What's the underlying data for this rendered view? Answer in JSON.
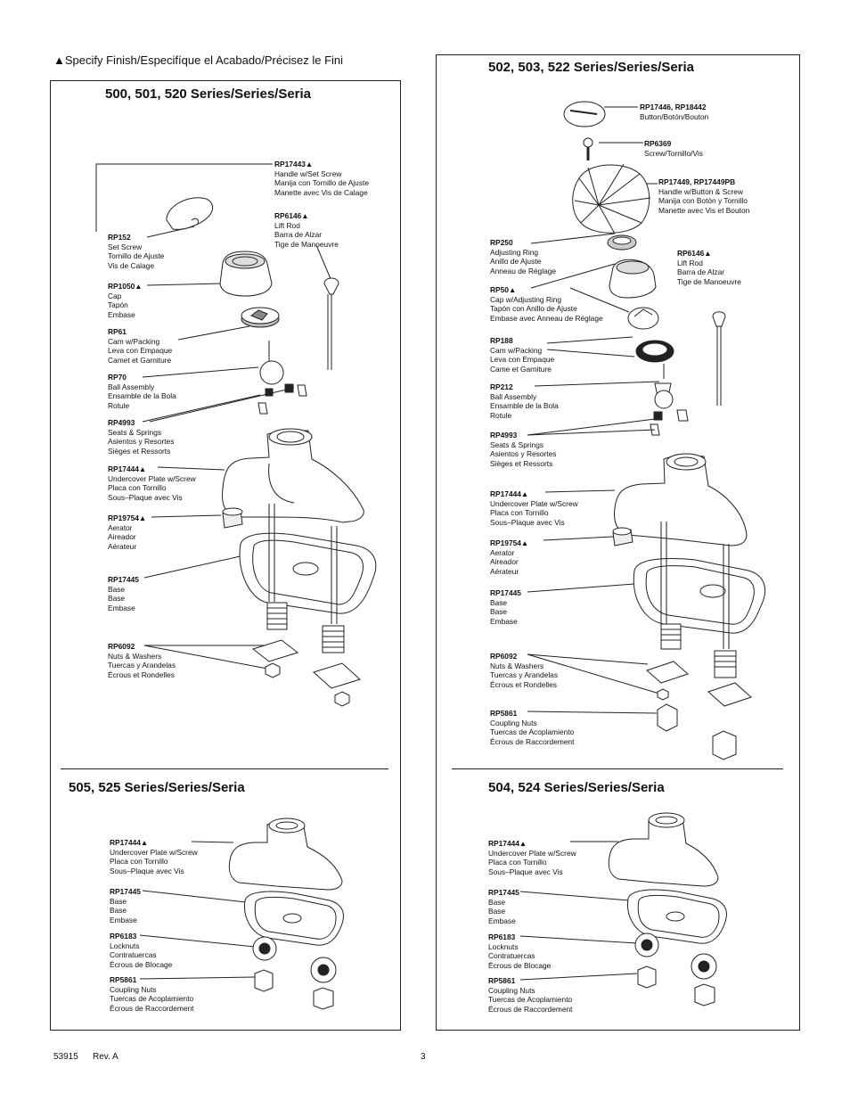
{
  "notice": "▲Specify Finish/Especifíque el Acabado/Précisez le Fini",
  "footer": {
    "doc_number": "53915",
    "revision": "Rev. A",
    "page": "3"
  },
  "sections": {
    "s500": {
      "title": "500, 501, 520 Series/Series/Seria"
    },
    "s502": {
      "title": "502, 503, 522 Series/Series/Seria"
    },
    "s505": {
      "title": "505, 525 Series/Series/Seria"
    },
    "s504": {
      "title": "504, 524 Series/Series/Seria"
    }
  },
  "parts": {
    "s500": [
      {
        "part": "RP17443▲",
        "lines": [
          "Handle w/Set Screw",
          "Manija con Tornillo de Ajuste",
          "Manette avec Vis de Calage"
        ]
      },
      {
        "part": "RP6146▲",
        "lines": [
          "Lift Rod",
          "Barra de Alzar",
          "Tige de Manoeuvre"
        ]
      },
      {
        "part": "RP152",
        "lines": [
          "Set Screw",
          "Tornillo de Ajuste",
          "Vis de Calage"
        ]
      },
      {
        "part": "RP1050▲",
        "lines": [
          "Cap",
          "Tapón",
          "Embase"
        ]
      },
      {
        "part": "RP61",
        "lines": [
          "Cam w/Packing",
          "Leva con Empaque",
          "Camet et Garniture"
        ]
      },
      {
        "part": "RP70",
        "lines": [
          "Ball Assembly",
          "Ensamble de la Bola",
          "Rotule"
        ]
      },
      {
        "part": "RP4993",
        "lines": [
          "Seats & Springs",
          "Asientos y Resortes",
          "Sièges et Ressorts"
        ]
      },
      {
        "part": "RP17444▲",
        "lines": [
          "Undercover Plate w/Screw",
          "Placa con Tornillo",
          "Sous–Plaque avec Vis"
        ]
      },
      {
        "part": "RP19754▲",
        "lines": [
          "Aerator",
          "Aireador",
          "Aérateur"
        ]
      },
      {
        "part": "RP17445",
        "lines": [
          "Base",
          "Base",
          "Embase"
        ]
      },
      {
        "part": "RP6092",
        "lines": [
          "Nuts & Washers",
          "Tuercas y Arandelas",
          "Écrous et Rondelles"
        ]
      }
    ],
    "s502": [
      {
        "part": "RP17446, RP18442",
        "lines": [
          "Button/Botón/Bouton"
        ]
      },
      {
        "part": "RP6369",
        "lines": [
          "Screw/Tornillo/Vis"
        ]
      },
      {
        "part": "RP17449, RP17449PB",
        "lines": [
          "Handle w/Button & Screw",
          "Manija con Botón y Tornillo",
          "Manette avec Vis et Bouton"
        ]
      },
      {
        "part": "RP250",
        "lines": [
          "Adjusting Ring",
          "Anillo de Ajuste",
          "Anneau de Réglage"
        ]
      },
      {
        "part": "RP6146▲",
        "lines": [
          "Lift Rod",
          "Barra de Alzar",
          "Tige de Manoeuvre"
        ]
      },
      {
        "part": "RP50▲",
        "lines": [
          "Cap w/Adjusting Ring",
          "Tapón con Anillo de Ajuste",
          "Embase avec Anneau de Réglage"
        ]
      },
      {
        "part": "RP188",
        "lines": [
          "Cam w/Packing",
          "Leva con Empaque",
          "Came et Garniture"
        ]
      },
      {
        "part": "RP212",
        "lines": [
          "Ball Assembly",
          "Ensamble de la Bola",
          "Rotule"
        ]
      },
      {
        "part": "RP4993",
        "lines": [
          "Seats & Springs",
          "Asientos y Resortes",
          "Sièges et Ressorts"
        ]
      },
      {
        "part": "RP17444▲",
        "lines": [
          "Undercover Plate w/Screw",
          "Placa con Tornillo",
          "Sous–Plaque avec Vis"
        ]
      },
      {
        "part": "RP19754▲",
        "lines": [
          "Aerator",
          "Aireador",
          "Aérateur"
        ]
      },
      {
        "part": "RP17445",
        "lines": [
          "Base",
          "Base",
          "Embase"
        ]
      },
      {
        "part": "RP6092",
        "lines": [
          "Nuts & Washers",
          "Tuercas y Arandelas",
          "Écrous et Rondelles"
        ]
      },
      {
        "part": "RP5861",
        "lines": [
          "Coupling Nuts",
          "Tuercas de Acoplamiento",
          "Écrous de Raccordement"
        ]
      }
    ],
    "s505": [
      {
        "part": "RP17444▲",
        "lines": [
          "Undercover Plate w/Screw",
          "Placa con Tornillo",
          "Sous–Plaque avec Vis"
        ]
      },
      {
        "part": "RP17445",
        "lines": [
          "Base",
          "Base",
          "Embase"
        ]
      },
      {
        "part": "RP6183",
        "lines": [
          "Locknuts",
          "Contratuercas",
          "Écrous de Blocage"
        ]
      },
      {
        "part": "RP5861",
        "lines": [
          "Coupling Nuts",
          "Tuercas de Acoplamiento",
          "Écrous de Raccordement"
        ]
      }
    ],
    "s504": [
      {
        "part": "RP17444▲",
        "lines": [
          "Undercover Plate w/Screw",
          "Placa con Tornillo",
          "Sous–Plaque avec Vis"
        ]
      },
      {
        "part": "RP17445",
        "lines": [
          "Base",
          "Base",
          "Embase"
        ]
      },
      {
        "part": "RP6183",
        "lines": [
          "Locknuts",
          "Contratuercas",
          "Écrous de Blocage"
        ]
      },
      {
        "part": "RP5861",
        "lines": [
          "Coupling Nuts",
          "Tuercas de Acoplamiento",
          "Écrous de Raccordement"
        ]
      }
    ]
  }
}
